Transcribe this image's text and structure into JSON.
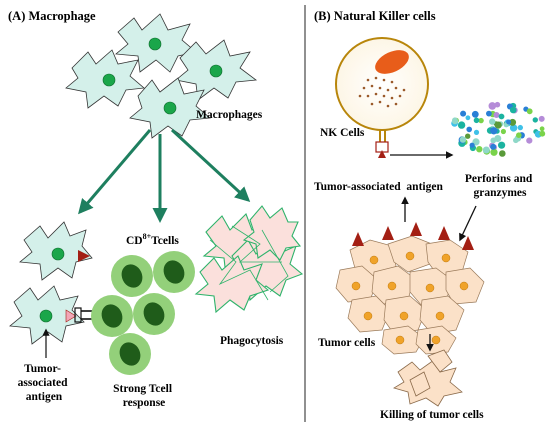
{
  "panel_a": {
    "title": "(A) Macrophage",
    "macrophages_label": "Macrophages",
    "cd8_label": {
      "base": "CD",
      "sup": "8+",
      "rest": "Tcells"
    },
    "phagocytosis_label": "Phagocytosis",
    "tumor_antigen_label": [
      "Tumor-",
      "associated",
      "antigen"
    ],
    "tcell_response_label": [
      "Strong Tcell",
      "response"
    ]
  },
  "panel_b": {
    "title": "(B) Natural Killer cells",
    "nk_cells_label": "NK Cells",
    "tumor_antigen_label": "Tumor-associated  antigen",
    "perforins_label": [
      "Perforins and",
      "granzymes"
    ],
    "tumor_cells_label": "Tumor cells",
    "killing_label": "Killing of tumor cells"
  },
  "colors": {
    "macrophage_fill": "#d4f0ea",
    "nucleus_green": "#1aa64a",
    "arrow_green": "#1e7f5f",
    "tcell_outer": "#93d07a",
    "tcell_inner": "#1f5c1a",
    "nk_outline": "#b8860b",
    "nk_nucleus": "#e85d1a",
    "tumor_fill": "#fbe1c8",
    "antigen_red": "#a31f14",
    "divider": "#555555"
  }
}
